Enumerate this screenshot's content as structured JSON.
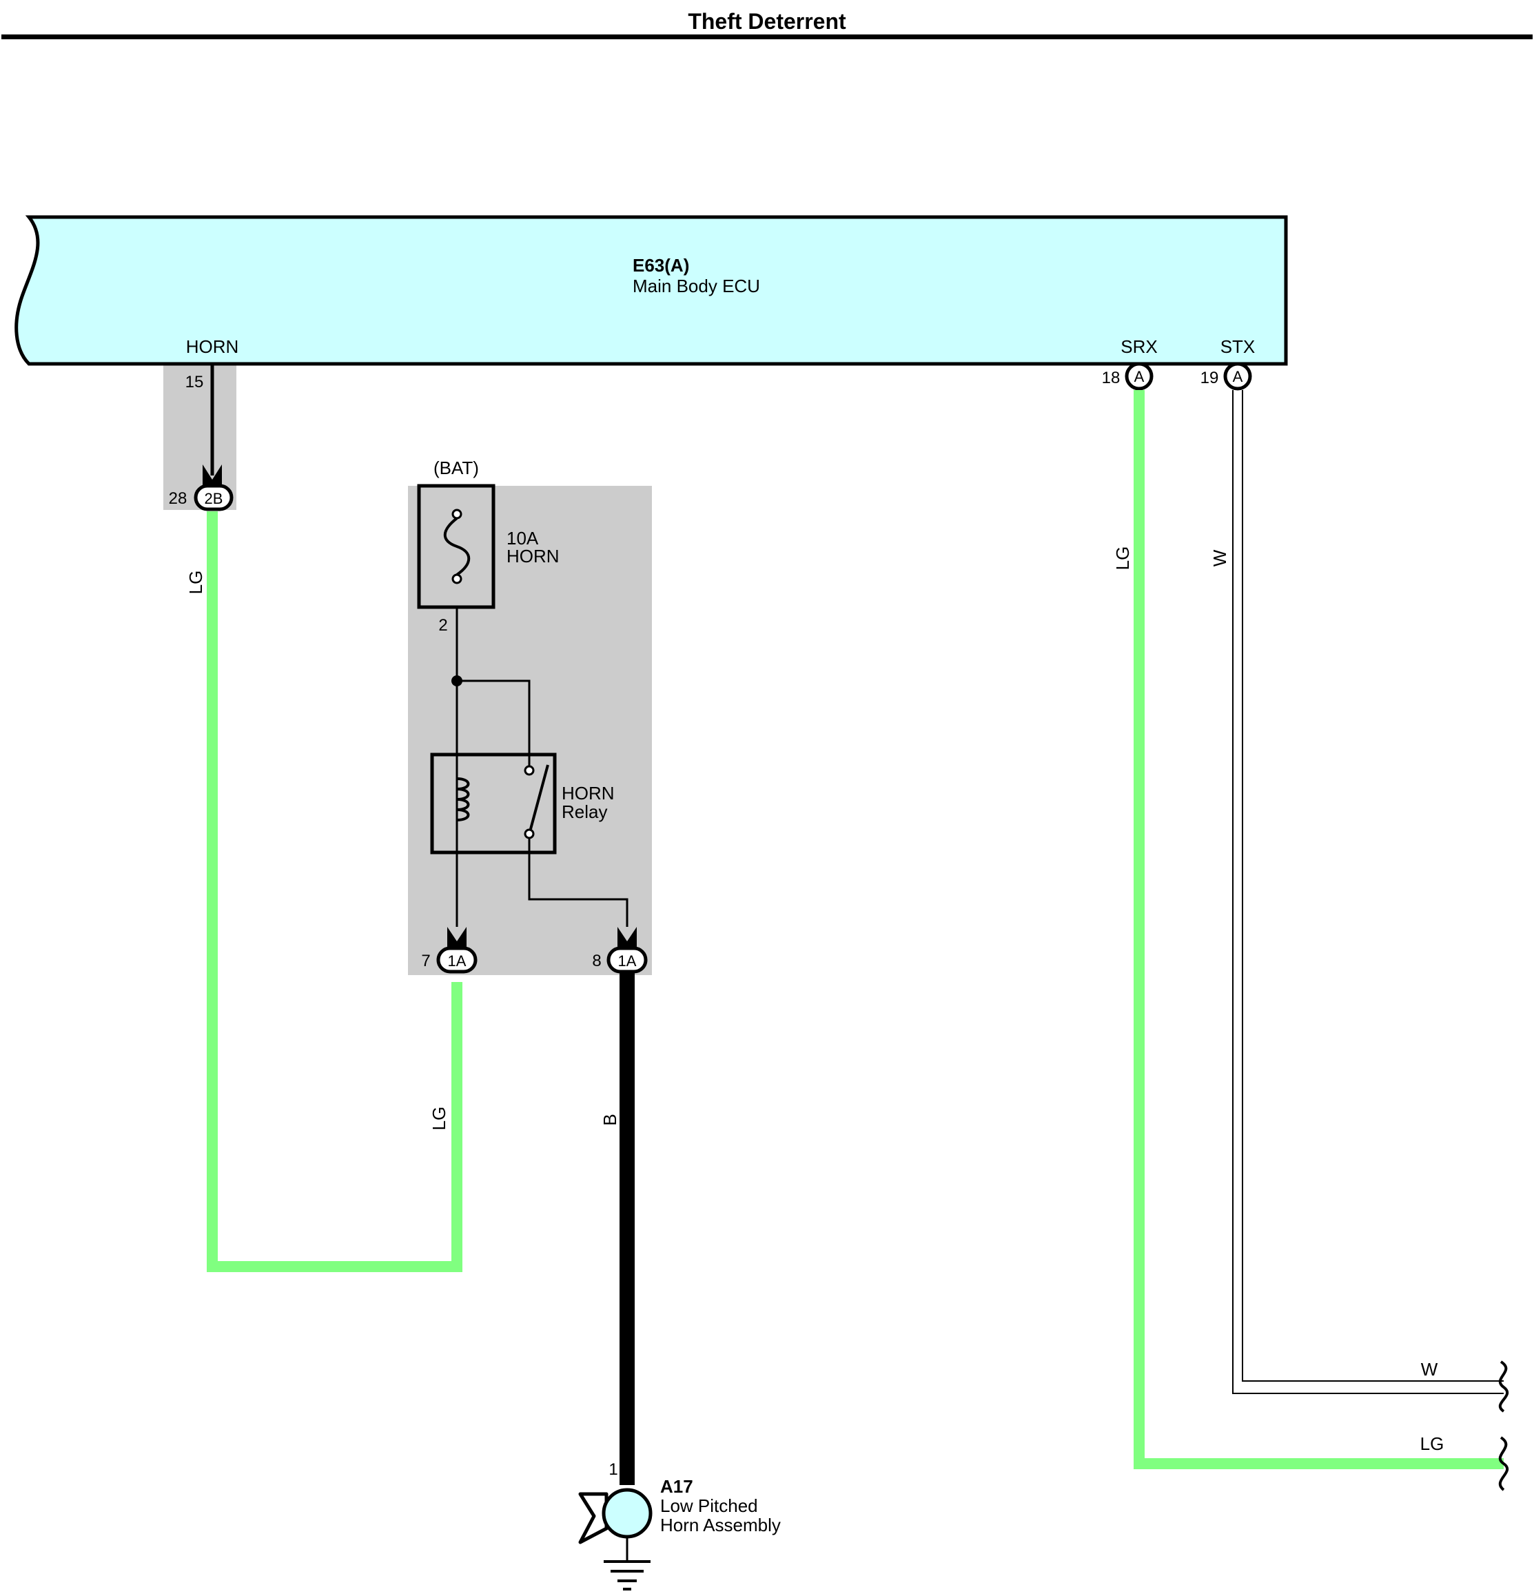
{
  "title": "Theft Deterrent",
  "ecu": {
    "code": "E63(A)",
    "name": "Main Body ECU",
    "terminals": {
      "horn": "HORN",
      "srx": "SRX",
      "stx": "STX"
    }
  },
  "junction_block": {
    "supply": "(BAT)",
    "fuse": {
      "rating": "10A",
      "name": "HORN",
      "pin": "2"
    },
    "relay": {
      "line1": "HORN",
      "line2": "Relay"
    }
  },
  "horn": {
    "code": "A17",
    "line1": "Low Pitched",
    "line2": "Horn Assembly",
    "pin": "1"
  },
  "connectors": {
    "horn_ecu": {
      "pin": "15"
    },
    "c2b": {
      "pin": "28",
      "label": "2B"
    },
    "c1a_7": {
      "pin": "7",
      "label": "1A"
    },
    "c1a_8": {
      "pin": "8",
      "label": "1A"
    },
    "srx": {
      "pin": "18",
      "label": "A"
    },
    "stx": {
      "pin": "19",
      "label": "A"
    }
  },
  "wire_colors": {
    "lg": "LG",
    "w": "W",
    "b": "B"
  },
  "colors": {
    "ecu_fill": "#ccffff",
    "lg_wire": "#80ff80",
    "shade": "#cccccc",
    "b_wire": "#000000"
  }
}
